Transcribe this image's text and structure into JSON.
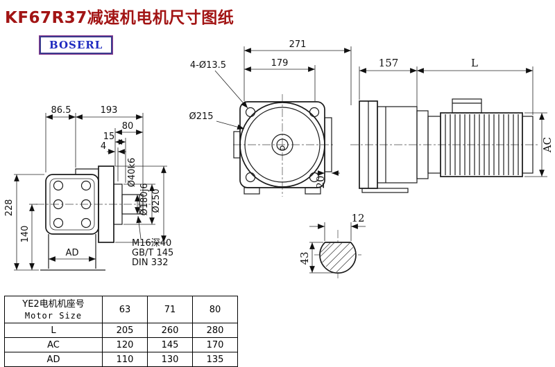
{
  "page": {
    "title": "KF67R37减速机电机尺寸图纸",
    "logo_text": "BOSERL"
  },
  "dims": {
    "top_total": "271",
    "top_inner": "179",
    "bolt_holes": "4-Ø13.5",
    "flange_dia": "Ø215",
    "lug_thickness": "20",
    "adapter_len": "157",
    "motor_len": "L",
    "motor_dia": "AC",
    "left_a": "86.5",
    "left_b": "193",
    "shaft_len": "80",
    "step_b": "15",
    "step_c": "4",
    "height_total": "228",
    "height_center": "140",
    "body_width": "AD",
    "shaft_dia": "Ø40k6",
    "spigot_dia": "Ø180j6",
    "flange_od": "Ø250",
    "tap_note1": "M16深40",
    "tap_note2": "GB/T 145",
    "tap_note3": "DIN 332",
    "key_width": "12",
    "key_height": "43"
  },
  "table": {
    "header_label_cn": "YE2电机机座号",
    "header_label_en": "Motor Size",
    "columns": [
      "63",
      "71",
      "80"
    ],
    "rows": [
      {
        "label": "L",
        "values": [
          "205",
          "260",
          "280"
        ]
      },
      {
        "label": "AC",
        "values": [
          "120",
          "145",
          "170"
        ]
      },
      {
        "label": "AD",
        "values": [
          "110",
          "130",
          "135"
        ]
      }
    ]
  }
}
